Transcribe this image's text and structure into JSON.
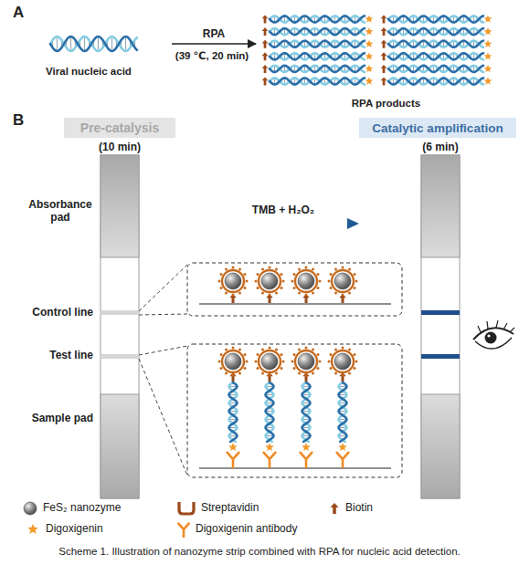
{
  "diagram": {
    "caption": "Scheme 1. Illustration of nanozyme strip combined with RPA for nucleic acid detection.",
    "nodes": [
      {
        "text": [
          "Viral nucleic acid"
        ]
      },
      {
        "text": [
          "RPA products"
        ]
      },
      {
        "text": [
          "Pre-catalysis"
        ]
      },
      {
        "text": [
          "Catalytic amplification"
        ]
      }
    ],
    "edges": [
      {
        "from": 0,
        "to": 1,
        "arrow": "to",
        "label": "RPA"
      }
    ],
    "labels": [
      "A",
      "(39 ℃, 20 min)",
      "B",
      "(10 min)",
      "Absorbance pad",
      "Control line",
      "Test line",
      "Sample pad",
      "TMB + H₂O₂",
      "(6 min)"
    ],
    "legend": [
      {
        "text": "FeS₂ nanozyme"
      },
      {
        "text": "Streptavidin"
      },
      {
        "text": "Biotin"
      },
      {
        "text": "Digoxigenin"
      },
      {
        "text": "Digoxigenin antibody"
      }
    ]
  }
}
